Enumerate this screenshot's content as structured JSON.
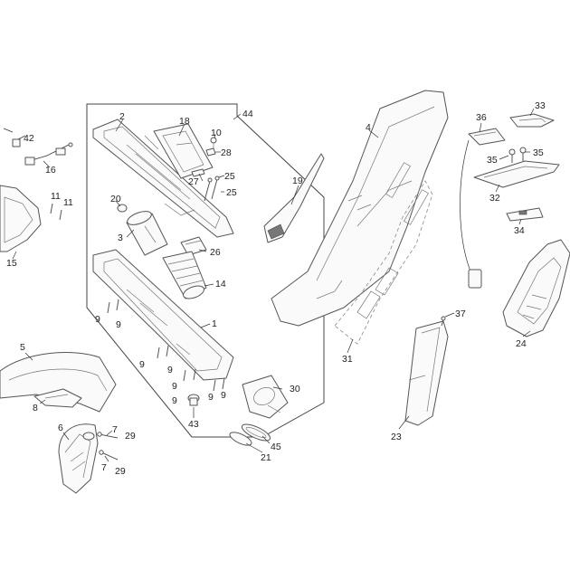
{
  "diagram": {
    "callouts": {
      "c1": "1",
      "c2": "2",
      "c3": "3",
      "c4": "4",
      "c5": "5",
      "c6": "6",
      "c7a": "7",
      "c7b": "7",
      "c8": "8",
      "c9a": "9",
      "c9b": "9",
      "c9c": "9",
      "c9d": "9",
      "c9e": "9",
      "c9f": "9",
      "c9g": "9",
      "c9h": "9",
      "c10": "10",
      "c11a": "11",
      "c11b": "11",
      "c14": "14",
      "c15": "15",
      "c16": "16",
      "c18": "18",
      "c19": "19",
      "c20": "20",
      "c21": "21",
      "c23": "23",
      "c24": "24",
      "c25a": "25",
      "c25b": "25",
      "c26": "26",
      "c27": "27",
      "c28": "28",
      "c29a": "29",
      "c29b": "29",
      "c30": "30",
      "c31": "31",
      "c32": "32",
      "c33": "33",
      "c34": "34",
      "c35a": "35",
      "c35b": "35",
      "c36": "36",
      "c37": "37",
      "c42": "42",
      "c43": "43",
      "c44": "44",
      "c45": "45"
    }
  }
}
